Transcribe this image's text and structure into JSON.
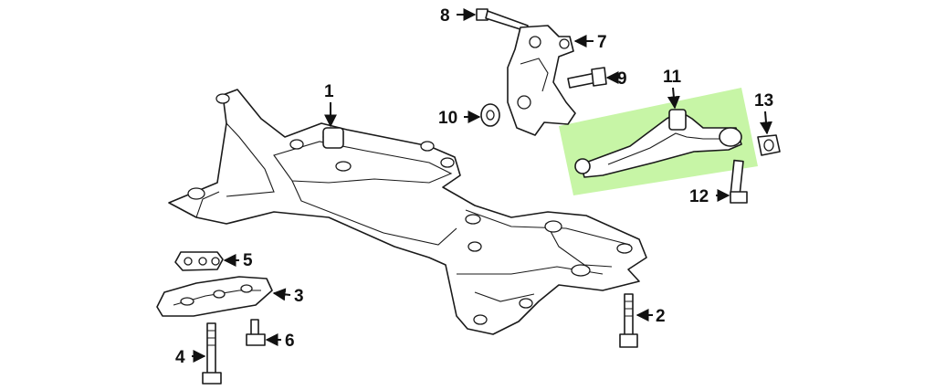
{
  "highlight_color": "#c7f5a6",
  "callouts": [
    {
      "id": "1",
      "label": "1"
    },
    {
      "id": "2",
      "label": "2"
    },
    {
      "id": "3",
      "label": "3"
    },
    {
      "id": "4",
      "label": "4"
    },
    {
      "id": "5",
      "label": "5"
    },
    {
      "id": "6",
      "label": "6"
    },
    {
      "id": "7",
      "label": "7"
    },
    {
      "id": "8",
      "label": "8"
    },
    {
      "id": "9",
      "label": "9"
    },
    {
      "id": "10",
      "label": "10"
    },
    {
      "id": "11",
      "label": "11"
    },
    {
      "id": "12",
      "label": "12"
    },
    {
      "id": "13",
      "label": "13"
    }
  ],
  "highlighted_part": "11"
}
